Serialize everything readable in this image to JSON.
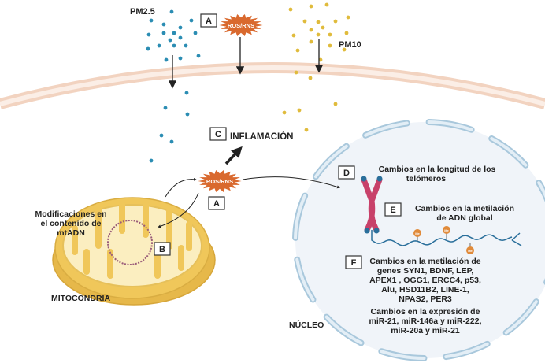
{
  "labels": {
    "pm25": "PM2.5",
    "pm10": "PM10",
    "ros_rns": "ROS/RNS",
    "inflamacion": "INFLAMACIÓN",
    "mitocondria": "MITOCONDRIA",
    "nucleo": "NÚCLEO",
    "mtadn": [
      "Modificaciones en",
      "el contenido de",
      "mtADN"
    ],
    "telomeros": [
      "Cambios en la longitud de los",
      "telómeros"
    ],
    "metilacion_global": [
      "Cambios en la metilación",
      "de ADN global"
    ],
    "metilacion_genes": [
      "Cambios en la metilación de",
      "genes  SYN1, BDNF, LEP,",
      "APEX1 , OGG1, ERCC4, p53,",
      "Alu, HSD11B2, LINE-1,",
      "NPAS2, PER3"
    ],
    "expresion": [
      "Cambios en la expresión de",
      "miR-21, miR-146a  y miR-222,",
      "miR-20a y miR-21"
    ],
    "methyl_tag": "Me"
  },
  "boxes": {
    "a": "A",
    "b": "B",
    "c": "C",
    "d": "D",
    "e": "E",
    "f": "F"
  },
  "colors": {
    "pm25": "#2b8db3",
    "pm10": "#e0bb3c",
    "ros": "#d9692e",
    "mitochondria": "#f0c75a",
    "membrane": "#f2d3c0",
    "nucleus_fill": "#f0f4f9",
    "nucleus_edge": "#bcd6e6",
    "chromosome": "#c8416a",
    "telomere": "#2a6f9b"
  }
}
